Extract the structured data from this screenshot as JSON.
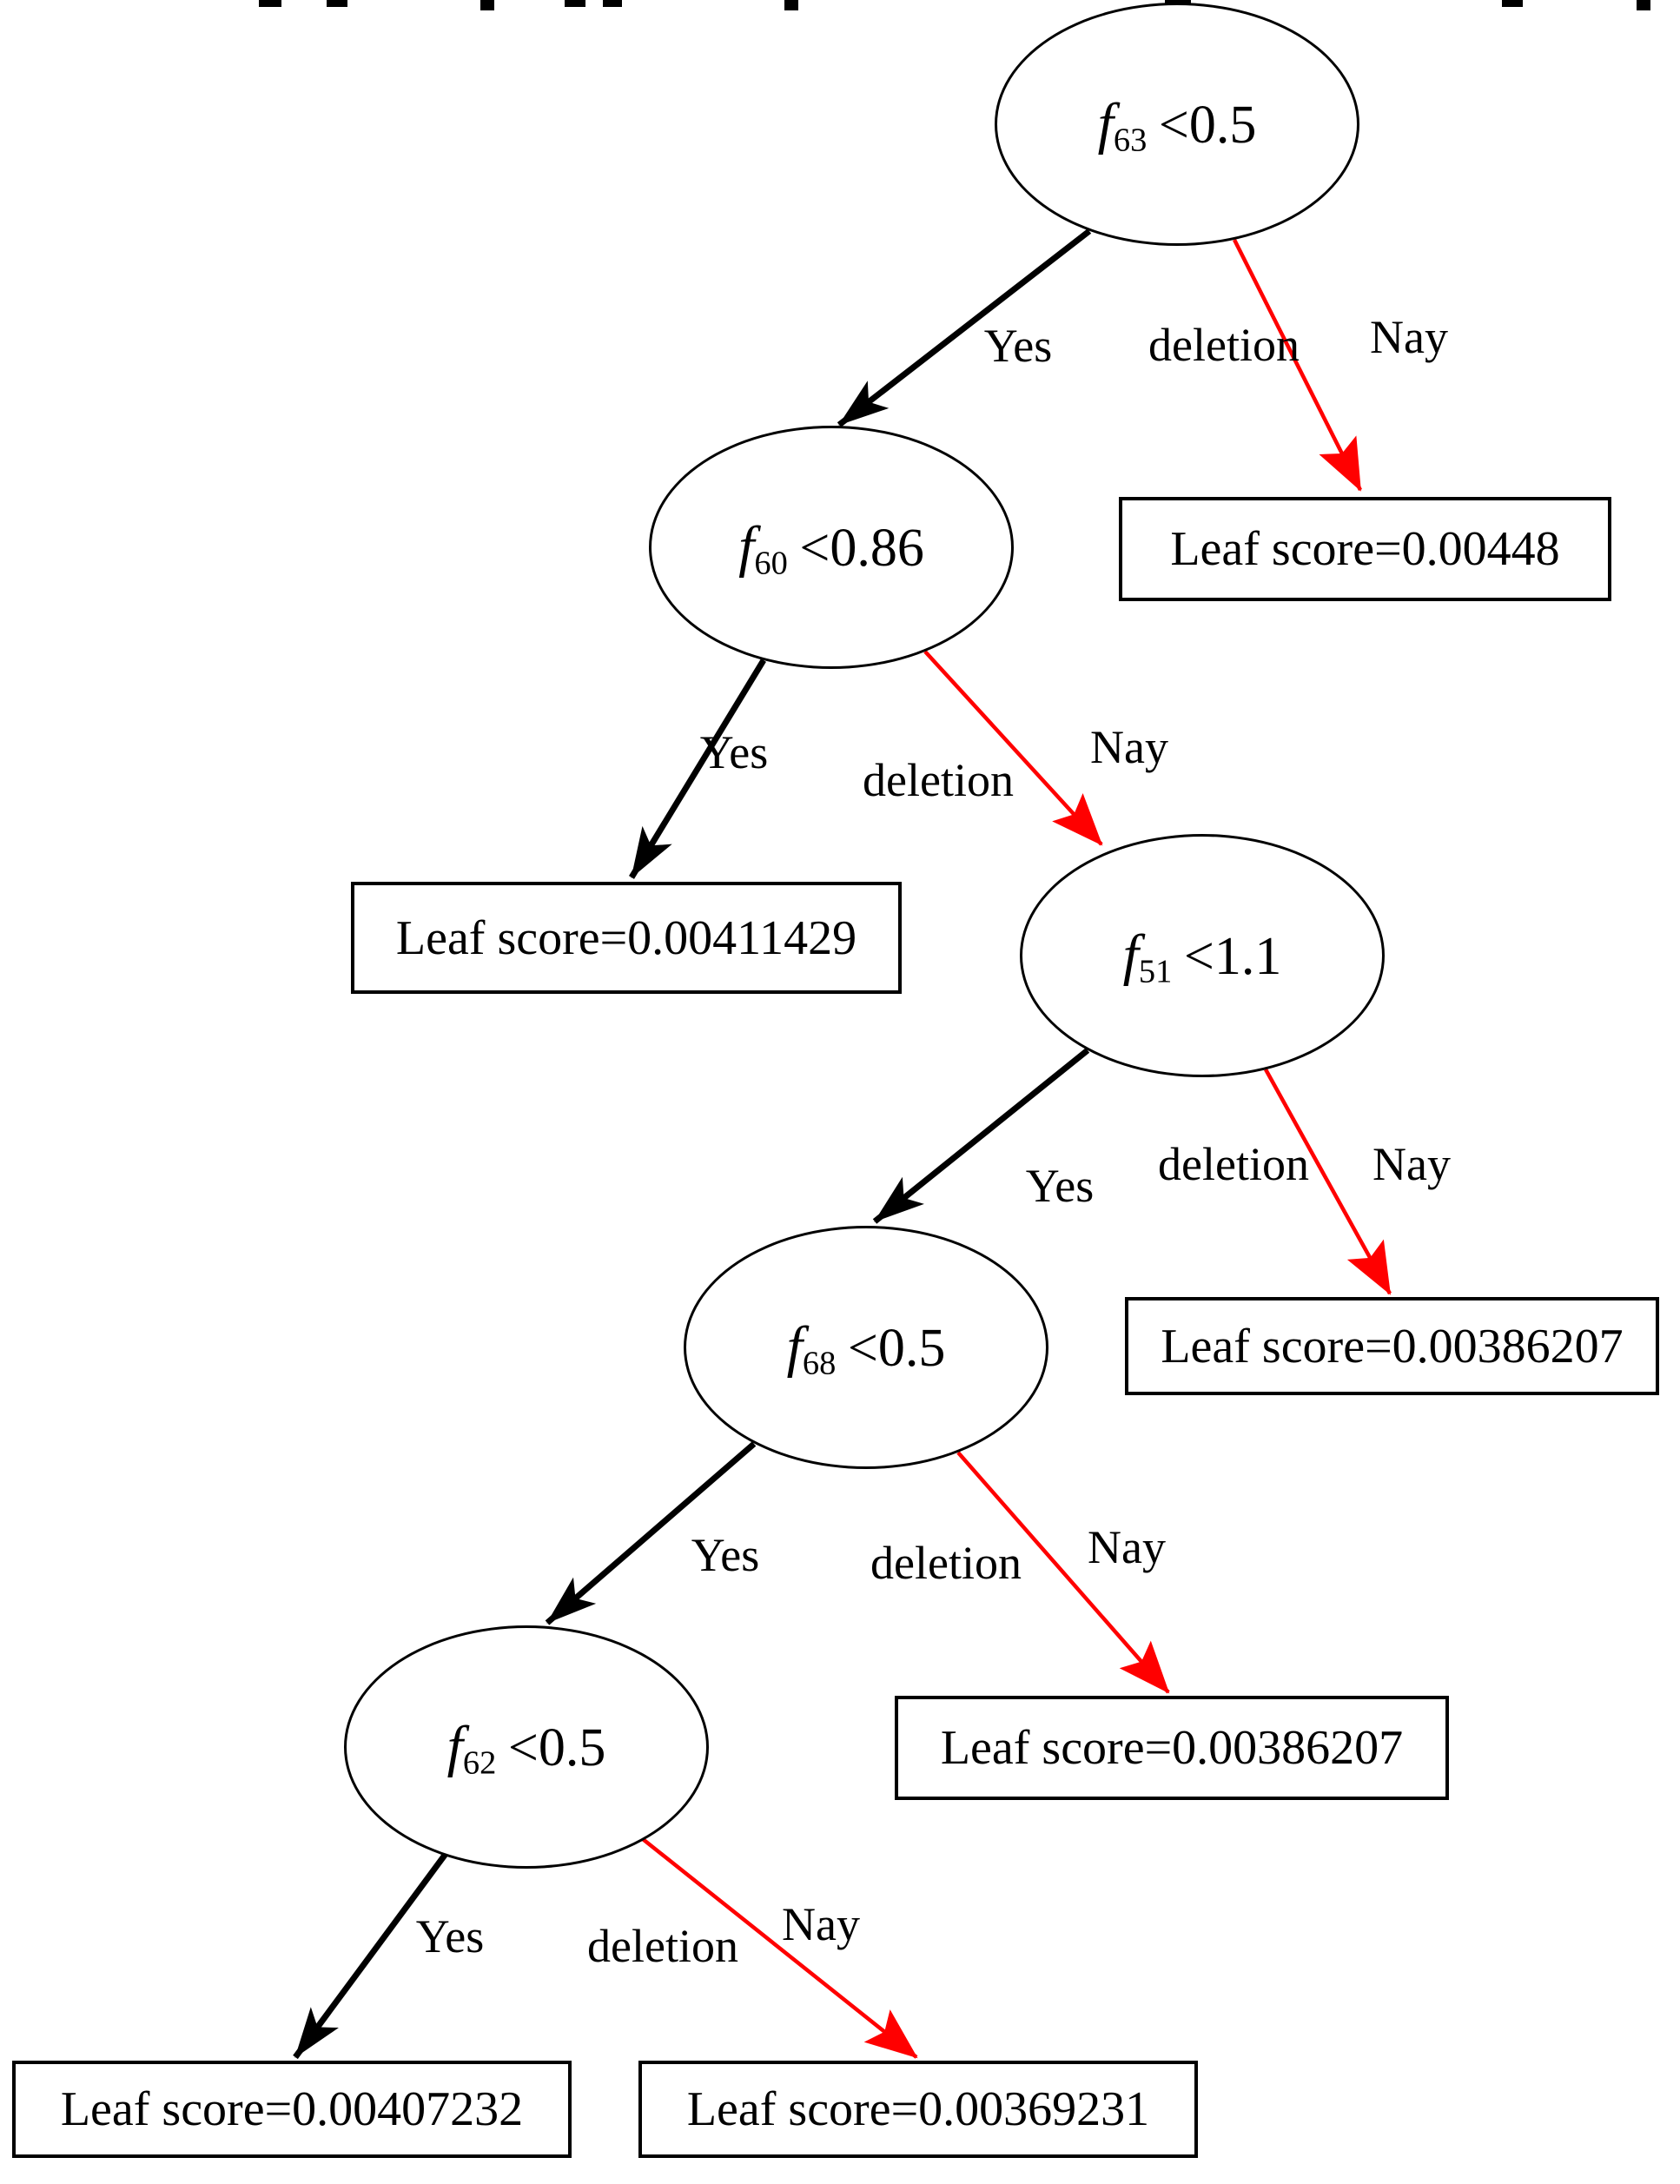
{
  "diagram": {
    "type": "decision-tree",
    "background_color": "#ffffff",
    "yes_edge_color": "#000000",
    "nay_edge_color": "#ff0000"
  },
  "nodes": [
    {
      "id": "f63",
      "var": "f",
      "sub": "63",
      "cond": "<0.5"
    },
    {
      "id": "f60",
      "var": "f",
      "sub": "60",
      "cond": "<0.86"
    },
    {
      "id": "f51",
      "var": "f",
      "sub": "51",
      "cond": "<1.1"
    },
    {
      "id": "f68",
      "var": "f",
      "sub": "68",
      "cond": "<0.5"
    },
    {
      "id": "f62",
      "var": "f",
      "sub": "62",
      "cond": "<0.5"
    }
  ],
  "leaves": [
    {
      "text": "Leaf score=0.00448"
    },
    {
      "text": "Leaf score=0.00411429"
    },
    {
      "text": "Leaf score=0.00386207"
    },
    {
      "text": "Leaf score=0.00386207"
    },
    {
      "text": "Leaf score=0.00407232"
    },
    {
      "text": "Leaf score=0.00369231"
    }
  ],
  "edge_labels": [
    {
      "text": "Yes"
    },
    {
      "text": "deletion"
    },
    {
      "text": "Nay"
    },
    {
      "text": "Yes"
    },
    {
      "text": "deletion"
    },
    {
      "text": "Nay"
    },
    {
      "text": "Yes"
    },
    {
      "text": "deletion"
    },
    {
      "text": "Nay"
    },
    {
      "text": "Yes"
    },
    {
      "text": "deletion"
    },
    {
      "text": "Nay"
    },
    {
      "text": "Yes"
    },
    {
      "text": "deletion"
    },
    {
      "text": "Nay"
    }
  ],
  "tree": {
    "root": "f63<0.5",
    "edges": [
      {
        "from": "f63<0.5",
        "label": "Yes",
        "to": "f60<0.86"
      },
      {
        "from": "f63<0.5",
        "label": "Nay (deletion)",
        "to": "Leaf score=0.00448"
      },
      {
        "from": "f60<0.86",
        "label": "Yes",
        "to": "Leaf score=0.00411429"
      },
      {
        "from": "f60<0.86",
        "label": "Nay (deletion)",
        "to": "f51<1.1"
      },
      {
        "from": "f51<1.1",
        "label": "Yes",
        "to": "f68<0.5"
      },
      {
        "from": "f51<1.1",
        "label": "Nay (deletion)",
        "to": "Leaf score=0.00386207"
      },
      {
        "from": "f68<0.5",
        "label": "Yes",
        "to": "f62<0.5"
      },
      {
        "from": "f68<0.5",
        "label": "Nay (deletion)",
        "to": "Leaf score=0.00386207"
      },
      {
        "from": "f62<0.5",
        "label": "Yes",
        "to": "Leaf score=0.00407232"
      },
      {
        "from": "f62<0.5",
        "label": "Nay (deletion)",
        "to": "Leaf score=0.00369231"
      }
    ]
  }
}
